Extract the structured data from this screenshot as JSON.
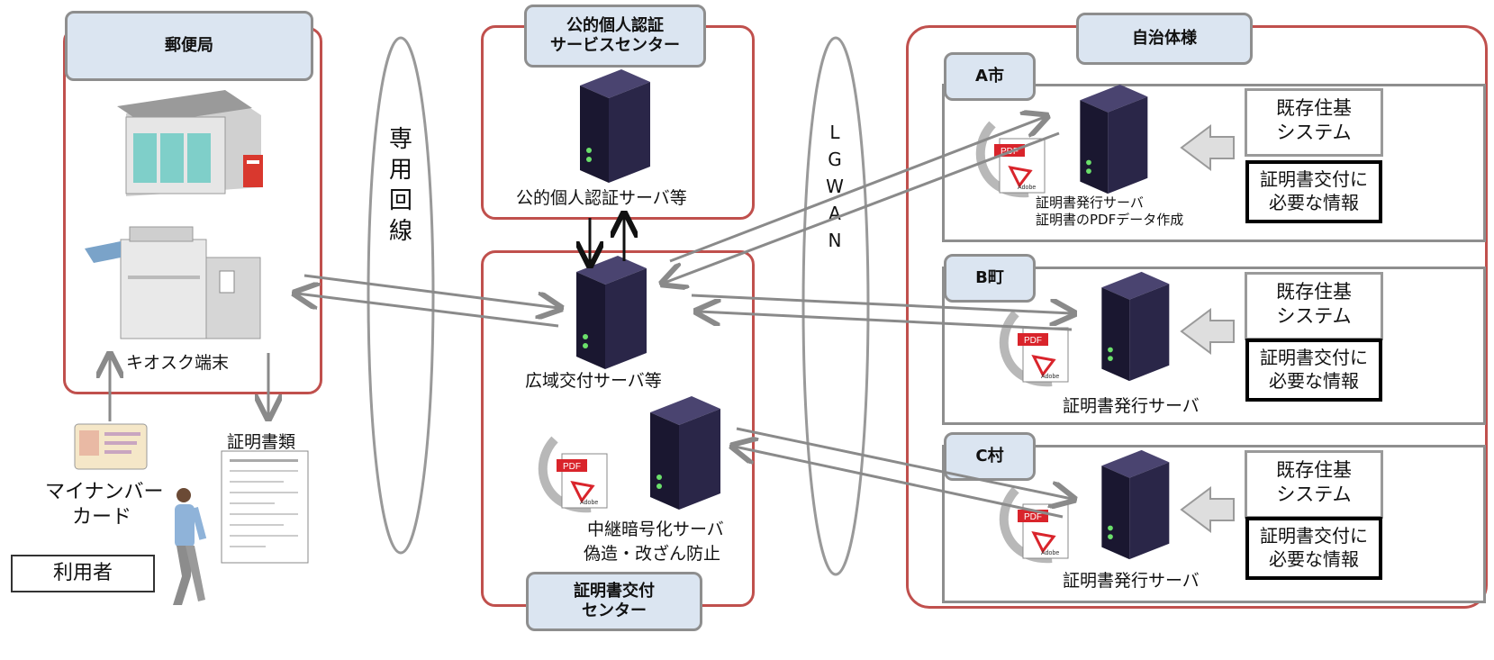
{
  "post_office": {
    "title": "郵便局",
    "kiosk_label": "キオスク端末"
  },
  "user": {
    "card_label_line1": "マイナンバー",
    "card_label_line2": "カード",
    "certificates_label": "証明書類",
    "user_label": "利用者"
  },
  "leased_line": {
    "label_chars": [
      "専",
      "用",
      "回",
      "線"
    ]
  },
  "jpki_center": {
    "title_line1": "公的個人認証",
    "title_line2": "サービスセンター",
    "server_label": "公的個人認証サーバ等"
  },
  "issuance_center": {
    "title_line1": "証明書交付",
    "title_line2": "センター",
    "wide_server_label": "広域交付サーバ等",
    "relay_label_line1": "中継暗号化サーバ",
    "relay_label_line2": "偽造・改ざん防止"
  },
  "lgwan": {
    "label_chars": [
      "L",
      "G",
      "W",
      "A",
      "N"
    ]
  },
  "municipality": {
    "title": "自治体様",
    "cities": [
      {
        "name": "A市",
        "server_label_line1": "証明書発行サーバ",
        "server_label_line2": "証明書のPDFデータ作成",
        "system_line1": "既存住基",
        "system_line2": "システム",
        "info_line1": "証明書交付に",
        "info_line2": "必要な情報"
      },
      {
        "name": "B町",
        "server_label_line1": "証明書発行サーバ",
        "server_label_line2": "",
        "system_line1": "既存住基",
        "system_line2": "システム",
        "info_line1": "証明書交付に",
        "info_line2": "必要な情報"
      },
      {
        "name": "C村",
        "server_label_line1": "証明書発行サーバ",
        "server_label_line2": "",
        "system_line1": "既存住基",
        "system_line2": "システム",
        "info_line1": "証明書交付に",
        "info_line2": "必要な情報"
      }
    ]
  },
  "pdf_icon": {
    "badge": "PDF",
    "brand": "Adobe"
  },
  "colors": {
    "red_border": "#c0504d",
    "tag_fill": "#dbe5f1",
    "server_dark": "#1e1b3a",
    "arrow_gray": "#8a8a8a"
  }
}
